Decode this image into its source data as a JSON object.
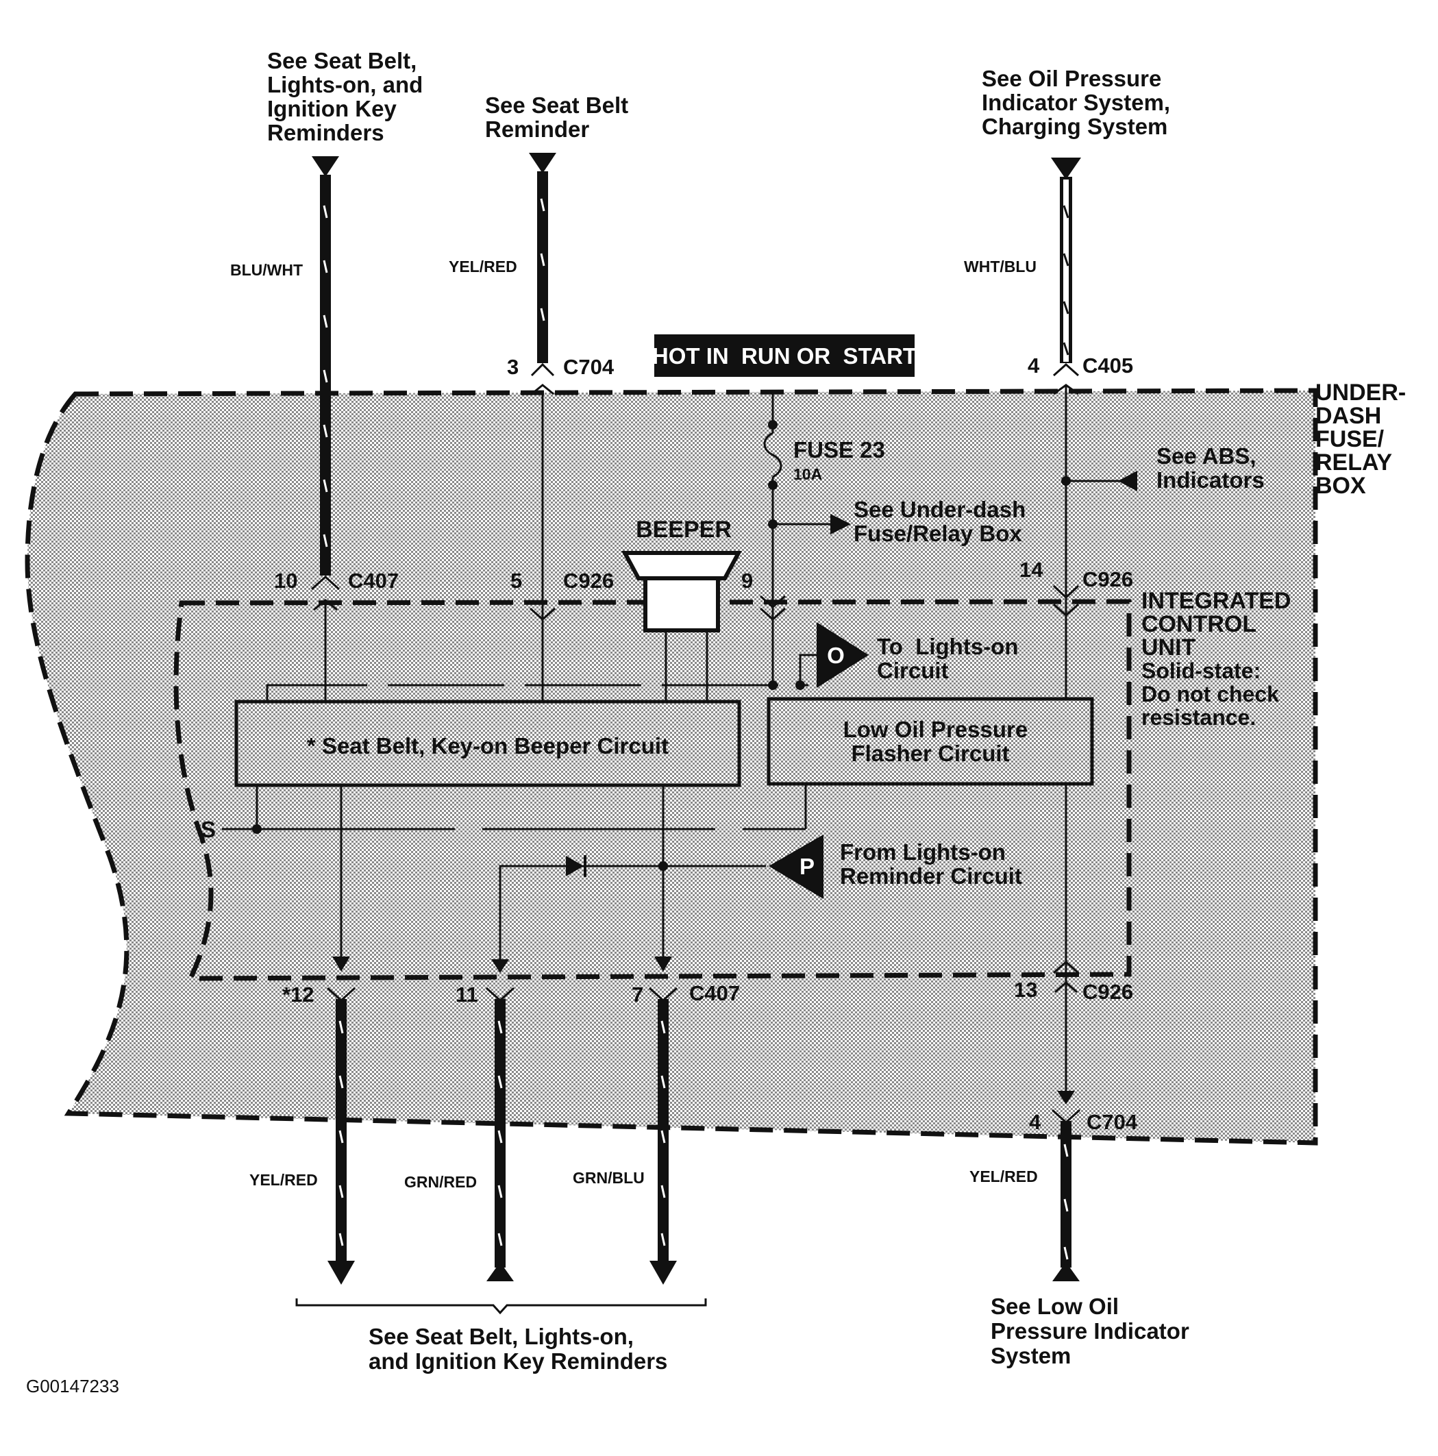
{
  "labels": {
    "top_left": [
      "See Seat Belt,",
      "Lights-on, and",
      "Ignition Key",
      "Reminders"
    ],
    "top_mid": [
      "See Seat Belt",
      "Reminder"
    ],
    "top_right": [
      "See Oil Pressure",
      "Indicator System,",
      "Charging System"
    ],
    "hot_box": "HOT IN  RUN OR  START",
    "fuse_name": "FUSE 23",
    "fuse_rating": "10A",
    "underdash_ref": [
      "See Under-dash",
      "Fuse/Relay Box"
    ],
    "abs_ref": [
      "See ABS,",
      "Indicators"
    ],
    "underdash_box": [
      "UNDER-",
      "DASH",
      "FUSE/",
      "RELAY",
      "BOX"
    ],
    "icu": [
      "INTEGRATED",
      "CONTROL",
      "UNIT"
    ],
    "icu_note": [
      "Solid-state:",
      "Do not check",
      "resistance."
    ],
    "beeper": "BEEPER",
    "seat_belt_circuit": "* Seat Belt, Key-on Beeper Circuit",
    "low_oil_circuit": [
      "Low Oil Pressure",
      "Flasher Circuit"
    ],
    "lights_on_out": [
      "To  Lights-on",
      "Circuit"
    ],
    "lights_on_in": [
      "From Lights-on",
      "Reminder Circuit"
    ],
    "bottom_left": [
      "See Seat Belt, Lights-on,",
      "and Ignition Key Reminders"
    ],
    "bottom_right": [
      "See Low Oil",
      "Pressure Indicator",
      "System"
    ],
    "figure_id": "G00147233",
    "ground_symbol": "S",
    "marker_o": "O",
    "marker_p": "P"
  },
  "wires": {
    "blu_wht": "BLU/WHT",
    "yel_red_top": "YEL/RED",
    "wht_blu": "WHT/BLU",
    "yel_red_b1": "YEL/RED",
    "grn_red": "GRN/RED",
    "grn_blu": "GRN/BLU",
    "yel_red_b2": "YEL/RED"
  },
  "connectors": {
    "c704_top": {
      "pin": "3",
      "name": "C704"
    },
    "c405": {
      "pin": "4",
      "name": "C405"
    },
    "c407_top": {
      "pin": "10",
      "name": "C407"
    },
    "c926_5": {
      "pin": "5",
      "name": "C926"
    },
    "c926_9": {
      "pin": "9"
    },
    "c926_14": {
      "pin": "14",
      "name": "C926"
    },
    "c407_b12": {
      "pin": "*12"
    },
    "c407_b11": {
      "pin": "11"
    },
    "c407_b7": {
      "pin": "7",
      "name": "C407"
    },
    "c926_13": {
      "pin": "13",
      "name": "C926"
    },
    "c704_bottom": {
      "pin": "4",
      "name": "C704"
    }
  },
  "colors": {
    "ink": "#111111",
    "shade": "#bdbdbd",
    "background": "#ffffff"
  }
}
